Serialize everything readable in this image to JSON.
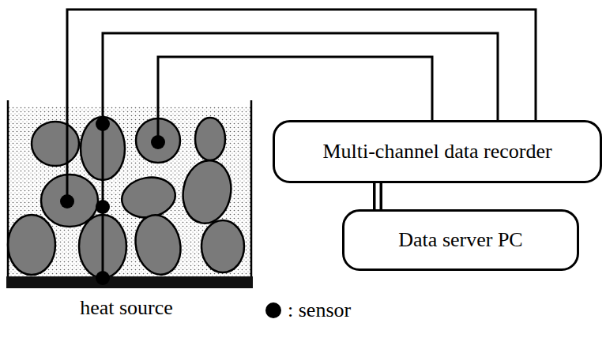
{
  "diagram": {
    "nodes": [
      {
        "text": [
          "Multi-channel data recorder"
        ]
      },
      {
        "text": [
          "Data server PC"
        ]
      }
    ],
    "edges": [
      {
        "from": 0,
        "to": 1,
        "arrow": "none"
      }
    ],
    "labels": [
      "heat source"
    ],
    "legend": [
      {
        "text": ": sensor"
      }
    ]
  }
}
